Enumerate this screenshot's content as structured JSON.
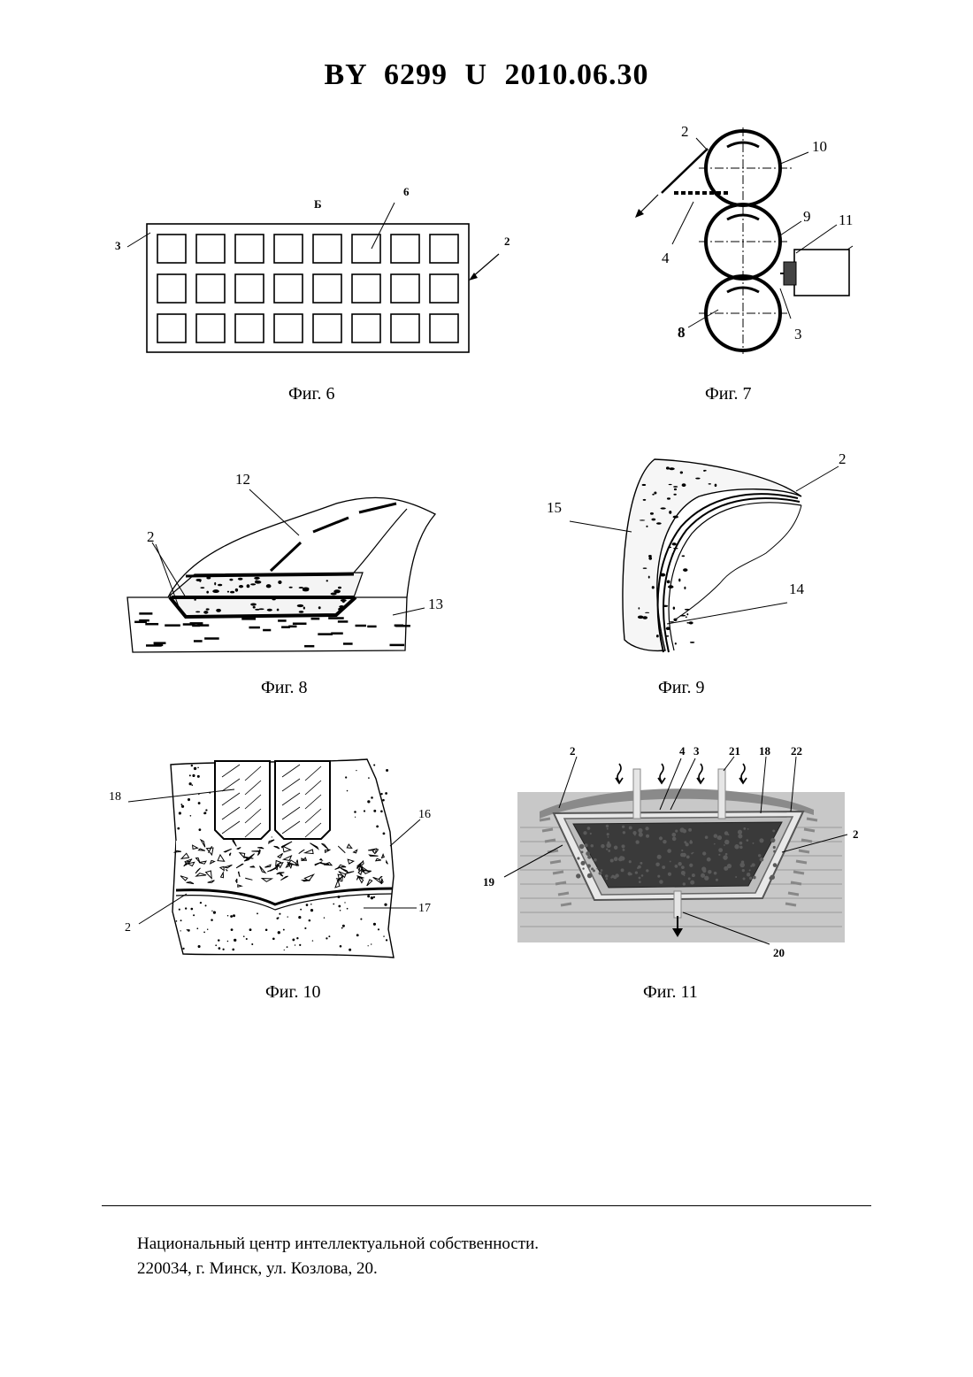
{
  "header": {
    "title": "BY 6299 U 2010.06.30"
  },
  "figures": {
    "fig6": {
      "caption": "Фиг. 6",
      "labels": {
        "top": "Б",
        "n6": "6",
        "n3": "3",
        "n2": "2"
      }
    },
    "fig7": {
      "caption": "Фиг. 7",
      "labels": {
        "n2": "2",
        "n10": "10",
        "n9": "9",
        "n11": "11",
        "n4": "4",
        "n8": "8",
        "n3": "3"
      }
    },
    "fig8": {
      "caption": "Фиг. 8",
      "labels": {
        "n12": "12",
        "n2": "2",
        "n13": "13"
      }
    },
    "fig9": {
      "caption": "Фиг. 9",
      "labels": {
        "n2": "2",
        "n15": "15",
        "n14": "14"
      }
    },
    "fig10": {
      "caption": "Фиг. 10",
      "labels": {
        "n18": "18",
        "n16": "16",
        "n2": "2",
        "n17": "17"
      }
    },
    "fig11": {
      "caption": "Фиг. 11",
      "labels": {
        "n2a": "2",
        "n4": "4",
        "n3": "3",
        "n21": "21",
        "n18": "18",
        "n22": "22",
        "n2b": "2",
        "n19": "19",
        "n20": "20"
      }
    }
  },
  "footer": {
    "line1": "Национальный центр интеллектуальной собственности.",
    "line2": "220034, г. Минск, ул. Козлова, 20."
  }
}
